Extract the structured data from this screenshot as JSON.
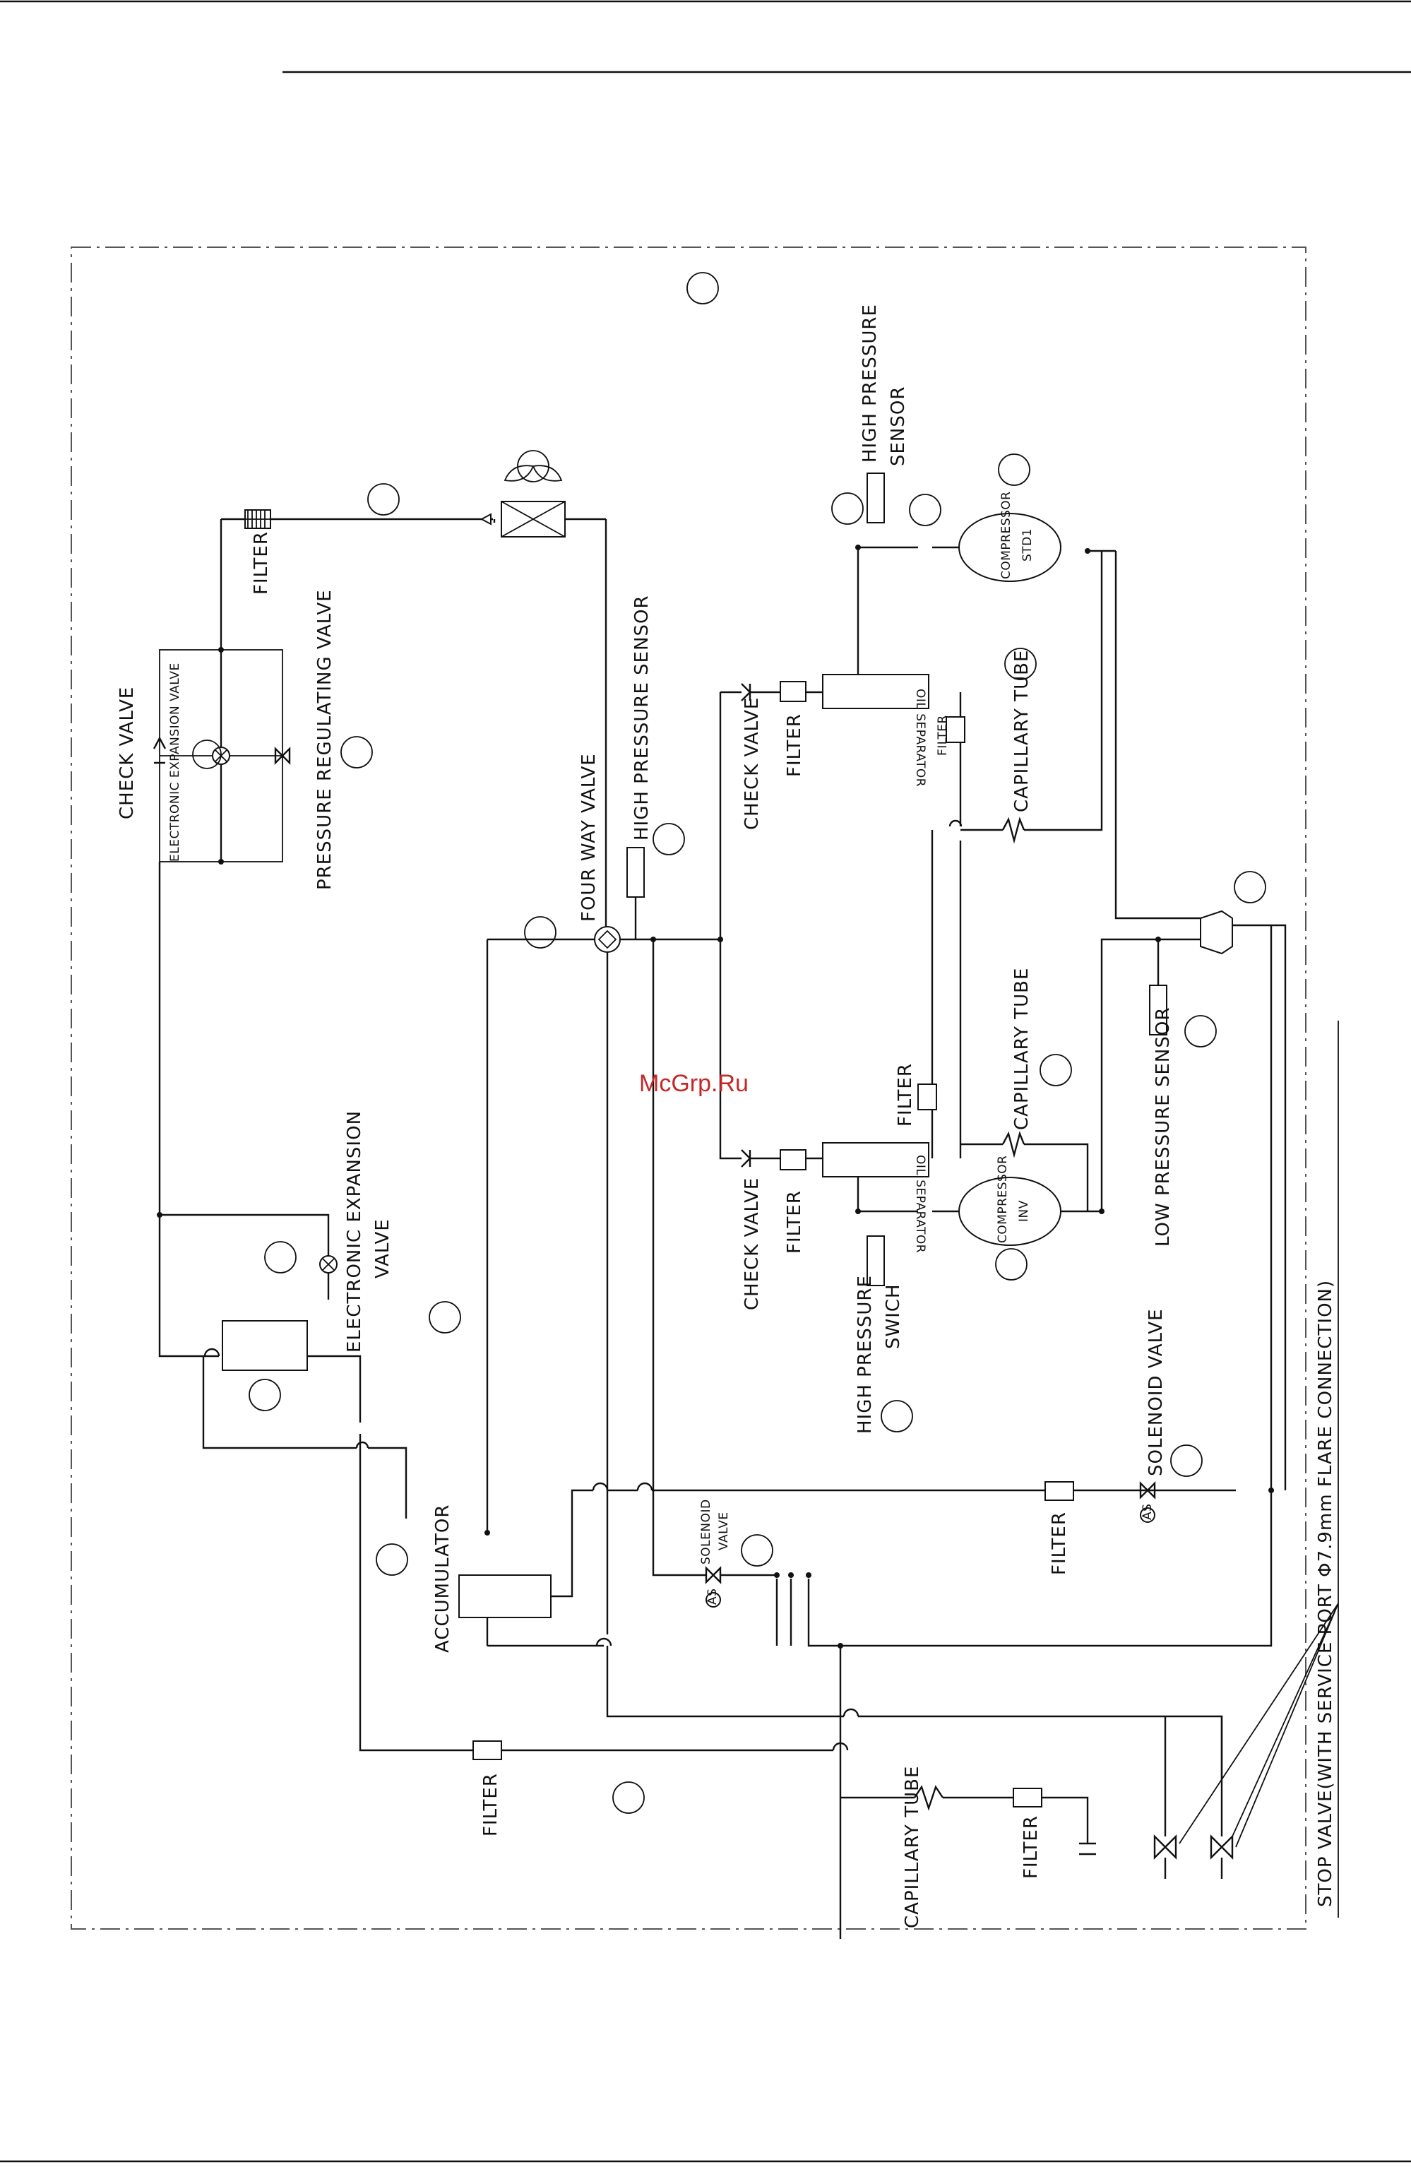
{
  "watermark": "McGrp.Ru",
  "labels": {
    "check_valve_top": "CHECK VALVE",
    "electronic_expansion_valve_top": "ELECTRONIC EXPANSION VALVE",
    "pressure_regulating_valve": "PRESSURE REGULATING VALVE",
    "filter_top": "FILTER",
    "high_pressure_sensor_mid": "HIGH PRESSURE SENSOR",
    "four_way_valve": "FOUR WAY VALVE",
    "check_valve_upper": "CHECK VALVE",
    "filter_upper": "FILTER",
    "oil_separator_upper": "OIL SEPARATOR",
    "filter_small": "FILTER",
    "capillary_tube_upper": "CAPILLARY TUBE",
    "high_pressure_sensor_right_1": "HIGH PRESSURE",
    "high_pressure_sensor_right_2": "SENSOR",
    "compressor_std_1": "COMPRESSOR",
    "compressor_std_2": "STD1",
    "check_valve_lower": "CHECK VALVE",
    "filter_lower": "FILTER",
    "oil_separator_lower": "OIL SEPARATOR",
    "filter_lower_mid": "FILTER",
    "capillary_tube_lower": "CAPILLARY TUBE",
    "low_pressure_sensor": "LOW PRESSURE SENSOR",
    "compressor_inv_1": "COMPRESSOR",
    "compressor_inv_2": "INV",
    "high_pressure_switch_1": "HIGH PRESSURE",
    "high_pressure_switch_2": "SWICH",
    "electronic_expansion_valve_left_1": "ELECTRONIC EXPANSION",
    "electronic_expansion_valve_left_2": "VALVE",
    "solenoid_valve_right": "SOLENOID VALVE",
    "filter_right": "FILTER",
    "solenoid_valve_mid_1": "SOLENOID",
    "solenoid_valve_mid_2": "VALVE",
    "accumulator": "ACCUMULATOR",
    "filter_bottom_left": "FILTER",
    "capillary_tube_bottom": "CAPILLARY TUBE",
    "filter_bottom": "FILTER",
    "stop_valve": "STOP VALVE(WITH SERVICE PORT Φ7.9mm FLARE CONNECTION)",
    "as_symbol": "AS"
  }
}
